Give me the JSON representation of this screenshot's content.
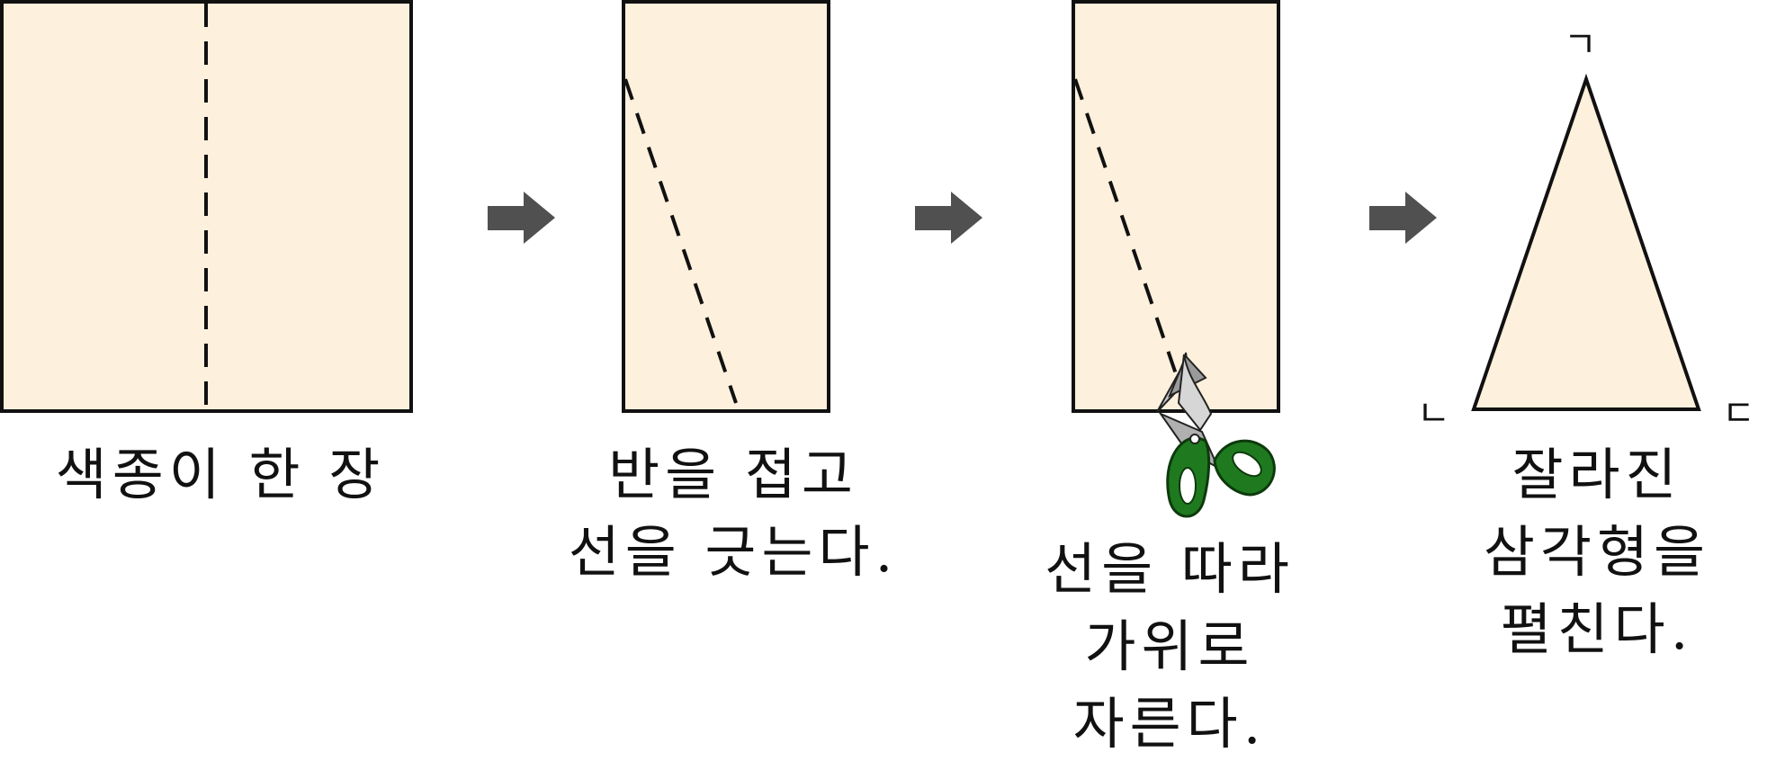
{
  "steps": [
    {
      "caption_lines": [
        "색종이 한 장"
      ]
    },
    {
      "caption_lines": [
        "반을 접고",
        "선을 긋는다."
      ]
    },
    {
      "caption_lines": [
        "선을 따라",
        "가위로",
        "자른다."
      ]
    },
    {
      "caption_lines": [
        "잘라진",
        "삼각형을",
        "펼친다."
      ]
    }
  ],
  "triangle_vertices": {
    "top": "ㄱ",
    "left": "ㄴ",
    "right": "ㄷ"
  },
  "colors": {
    "paper_fill": "#fdf0dc",
    "stroke": "#111111",
    "arrow": "#505050",
    "scissors_handle": "#1f7a1f",
    "scissors_blade": "#b8b8b8"
  }
}
